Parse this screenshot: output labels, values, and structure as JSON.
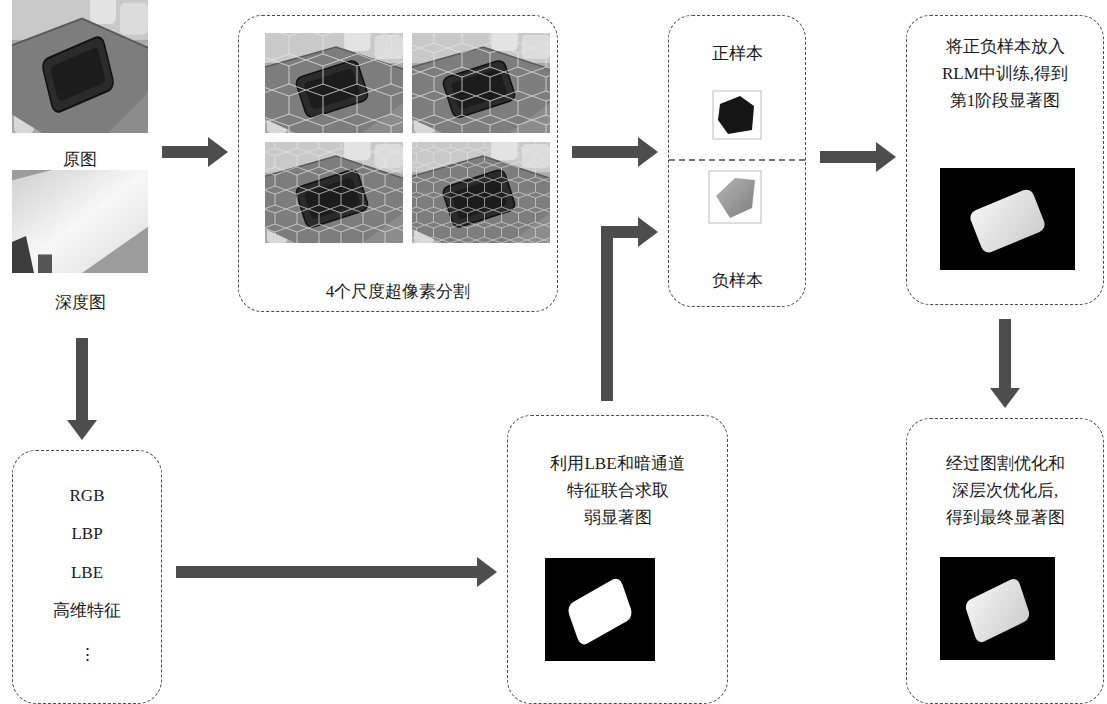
{
  "diagram": {
    "nodes": [
      {
        "text": [
          "原图"
        ]
      },
      {
        "text": [
          "深度图"
        ]
      },
      {
        "text": [
          "4个尺度超像素分割"
        ]
      },
      {
        "text": [
          "正样本",
          "负样本"
        ]
      },
      {
        "text": [
          "将正负样本放入 RLM中训练,得到 第1阶段显著图"
        ]
      },
      {
        "text": [
          "RGB",
          "LBP",
          "LBE",
          "高维特征",
          "⋮"
        ]
      },
      {
        "text": [
          "利用LBE和暗通道 特征联合求取 弱显著图"
        ]
      },
      {
        "text": [
          "经过图割优化和 深层次优化后, 得到最终显著图"
        ]
      }
    ],
    "edges": [
      {
        "from": 0,
        "to": 2,
        "arrow": "to"
      },
      {
        "from": 2,
        "to": 3,
        "arrow": "to"
      },
      {
        "from": 3,
        "to": 4,
        "arrow": "to"
      },
      {
        "from": 4,
        "to": 7,
        "arrow": "to"
      },
      {
        "from": 1,
        "to": 5,
        "arrow": "to"
      },
      {
        "from": 5,
        "to": 6,
        "arrow": "to"
      },
      {
        "from": 6,
        "to": 3,
        "arrow": "to"
      }
    ]
  }
}
